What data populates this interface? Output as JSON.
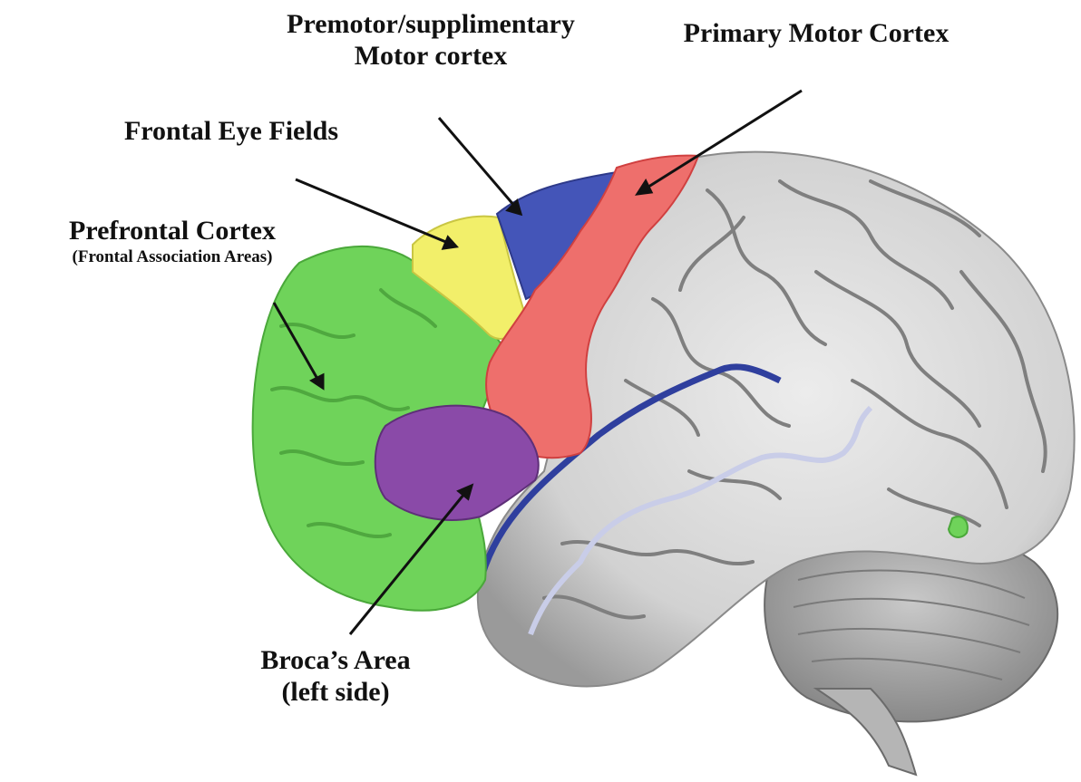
{
  "labels": {
    "premotor": {
      "line1": "Premotor/supplimentary",
      "line2": "Motor cortex"
    },
    "primary_motor": {
      "line1": "Primary Motor Cortex"
    },
    "frontal_eye": {
      "line1": "Frontal Eye Fields"
    },
    "prefrontal": {
      "line1": "Prefrontal Cortex",
      "line2": "(Frontal Association Areas)"
    },
    "broca": {
      "line1": "Broca’s Area",
      "line2": "(left side)"
    }
  },
  "colors": {
    "prefrontal": "#6fd35a",
    "frontal_eye": "#f2ef6a",
    "premotor": "#4455b8",
    "primary_motor": "#ee6f6c",
    "broca": "#8a4aa8",
    "cortex": "#d9d9d9",
    "sulcus_line": "#2f3f9e",
    "sylvian_line": "#c9cde8",
    "cerebellum": "#a9a9a9",
    "arrow": "#111111"
  }
}
